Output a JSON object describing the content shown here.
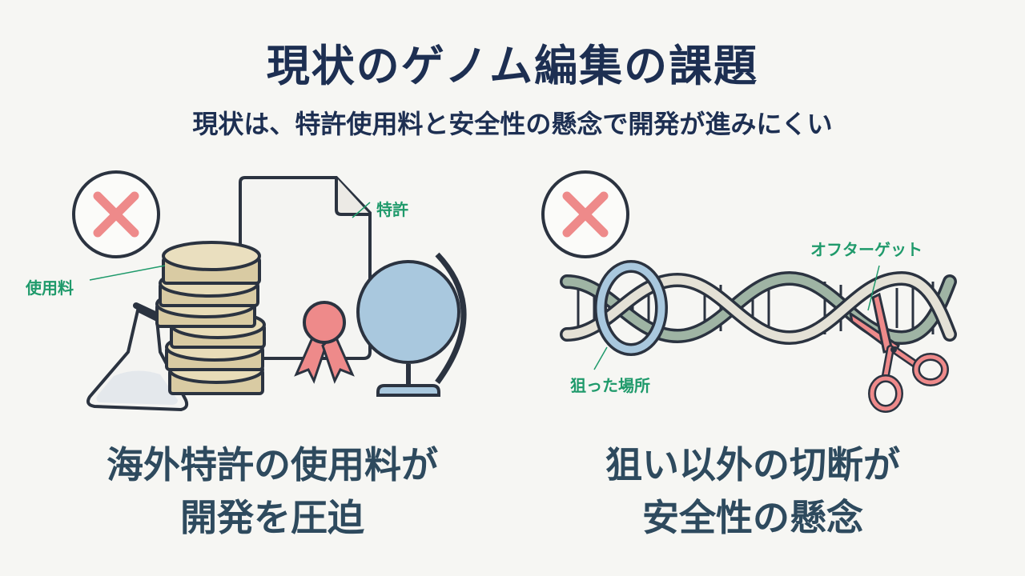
{
  "title": "現状のゲノム編集の課題",
  "subtitle": "現状は、特許使用料と安全性の懸念で開発が進みにくい",
  "left": {
    "labels": {
      "patent": "特許",
      "royalty": "使用料"
    },
    "caption": [
      "海外特許の使用料が",
      "開発を圧迫"
    ]
  },
  "right": {
    "labels": {
      "off_target": "オフターゲット",
      "target_site": "狙った場所"
    },
    "caption": [
      "狙い以外の切断が",
      "安全性の懸念"
    ]
  },
  "colors": {
    "title": "#1d2f52",
    "label": "#1f9a6b",
    "caption": "#2e4a5e",
    "x_mark": "#ee8a8a",
    "coin": "#d9cba3",
    "globe": "#a9c8de"
  }
}
